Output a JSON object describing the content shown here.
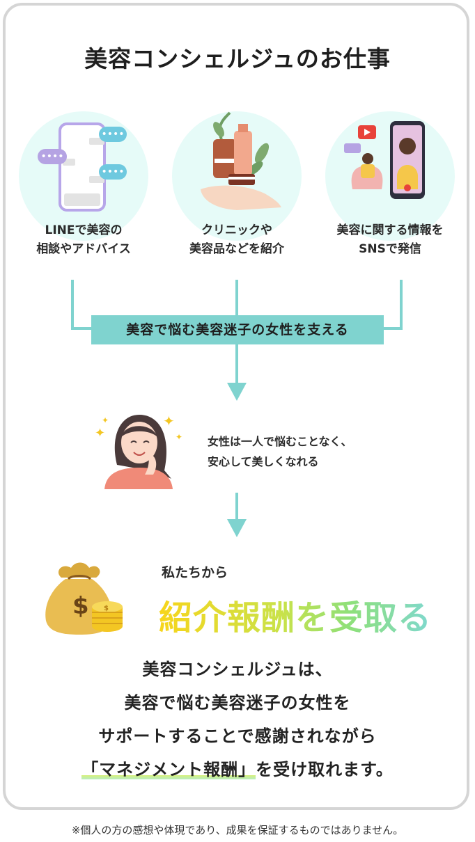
{
  "title": "美容コンシェルジュのお仕事",
  "jobs": [
    {
      "line1": "LINEで美容の",
      "line2": "相談やアドバイス",
      "icon": "chat-phone-icon"
    },
    {
      "line1": "クリニックや",
      "line2": "美容品などを紹介",
      "icon": "cosmetics-hand-icon"
    },
    {
      "line1": "美容に関する情報を",
      "line2": "SNSで発信",
      "icon": "sns-influencer-icon"
    }
  ],
  "support_band": "美容で悩む美容迷子の女性を支える",
  "woman": {
    "line1": "女性は一人で悩むことなく、",
    "line2": "安心して美しくなれる"
  },
  "reward": {
    "from": "私たちから",
    "headline": "紹介報酬を受取る"
  },
  "summary": {
    "line1": "美容コンシェルジュは、",
    "line2": "美容で悩む美容迷子の女性を",
    "line3": "サポートすることで感謝されながら",
    "line4_highlight": "「マネジメント報酬」",
    "line4_rest": "を受け取れます。"
  },
  "footnote": "※個人の方の感想や体現であり、成果を保証するものではありません。",
  "colors": {
    "teal": "#7fd3cf",
    "mint": "#e6fbf8",
    "yellow": "#f7d51c",
    "green": "#8ee07a"
  }
}
